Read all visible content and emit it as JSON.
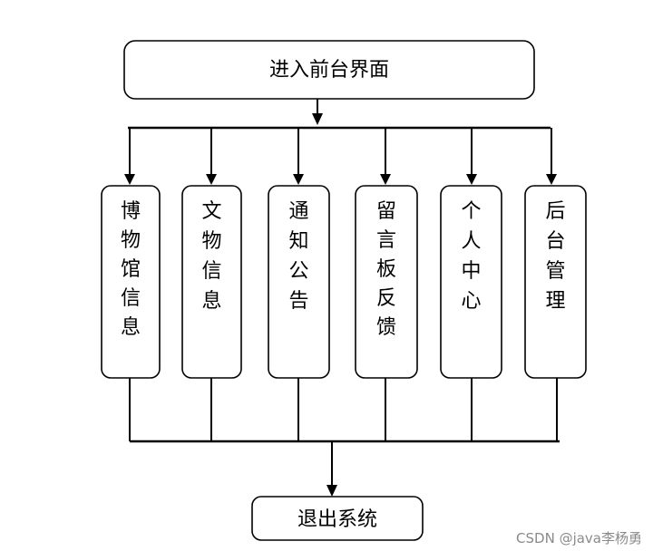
{
  "diagram": {
    "top_box": {
      "label": "进入前台界面"
    },
    "modules": [
      {
        "id": "museum-info",
        "label": "博物馆信息"
      },
      {
        "id": "relic-info",
        "label": "文物信息"
      },
      {
        "id": "notice",
        "label": "通知公告"
      },
      {
        "id": "message-board",
        "label": "留言板反馈"
      },
      {
        "id": "user-center",
        "label": "个人中心"
      },
      {
        "id": "admin",
        "label": "后台管理"
      }
    ],
    "bottom_box": {
      "label": "退出系统"
    }
  },
  "watermark": {
    "text": "CSDN @java李杨勇"
  }
}
